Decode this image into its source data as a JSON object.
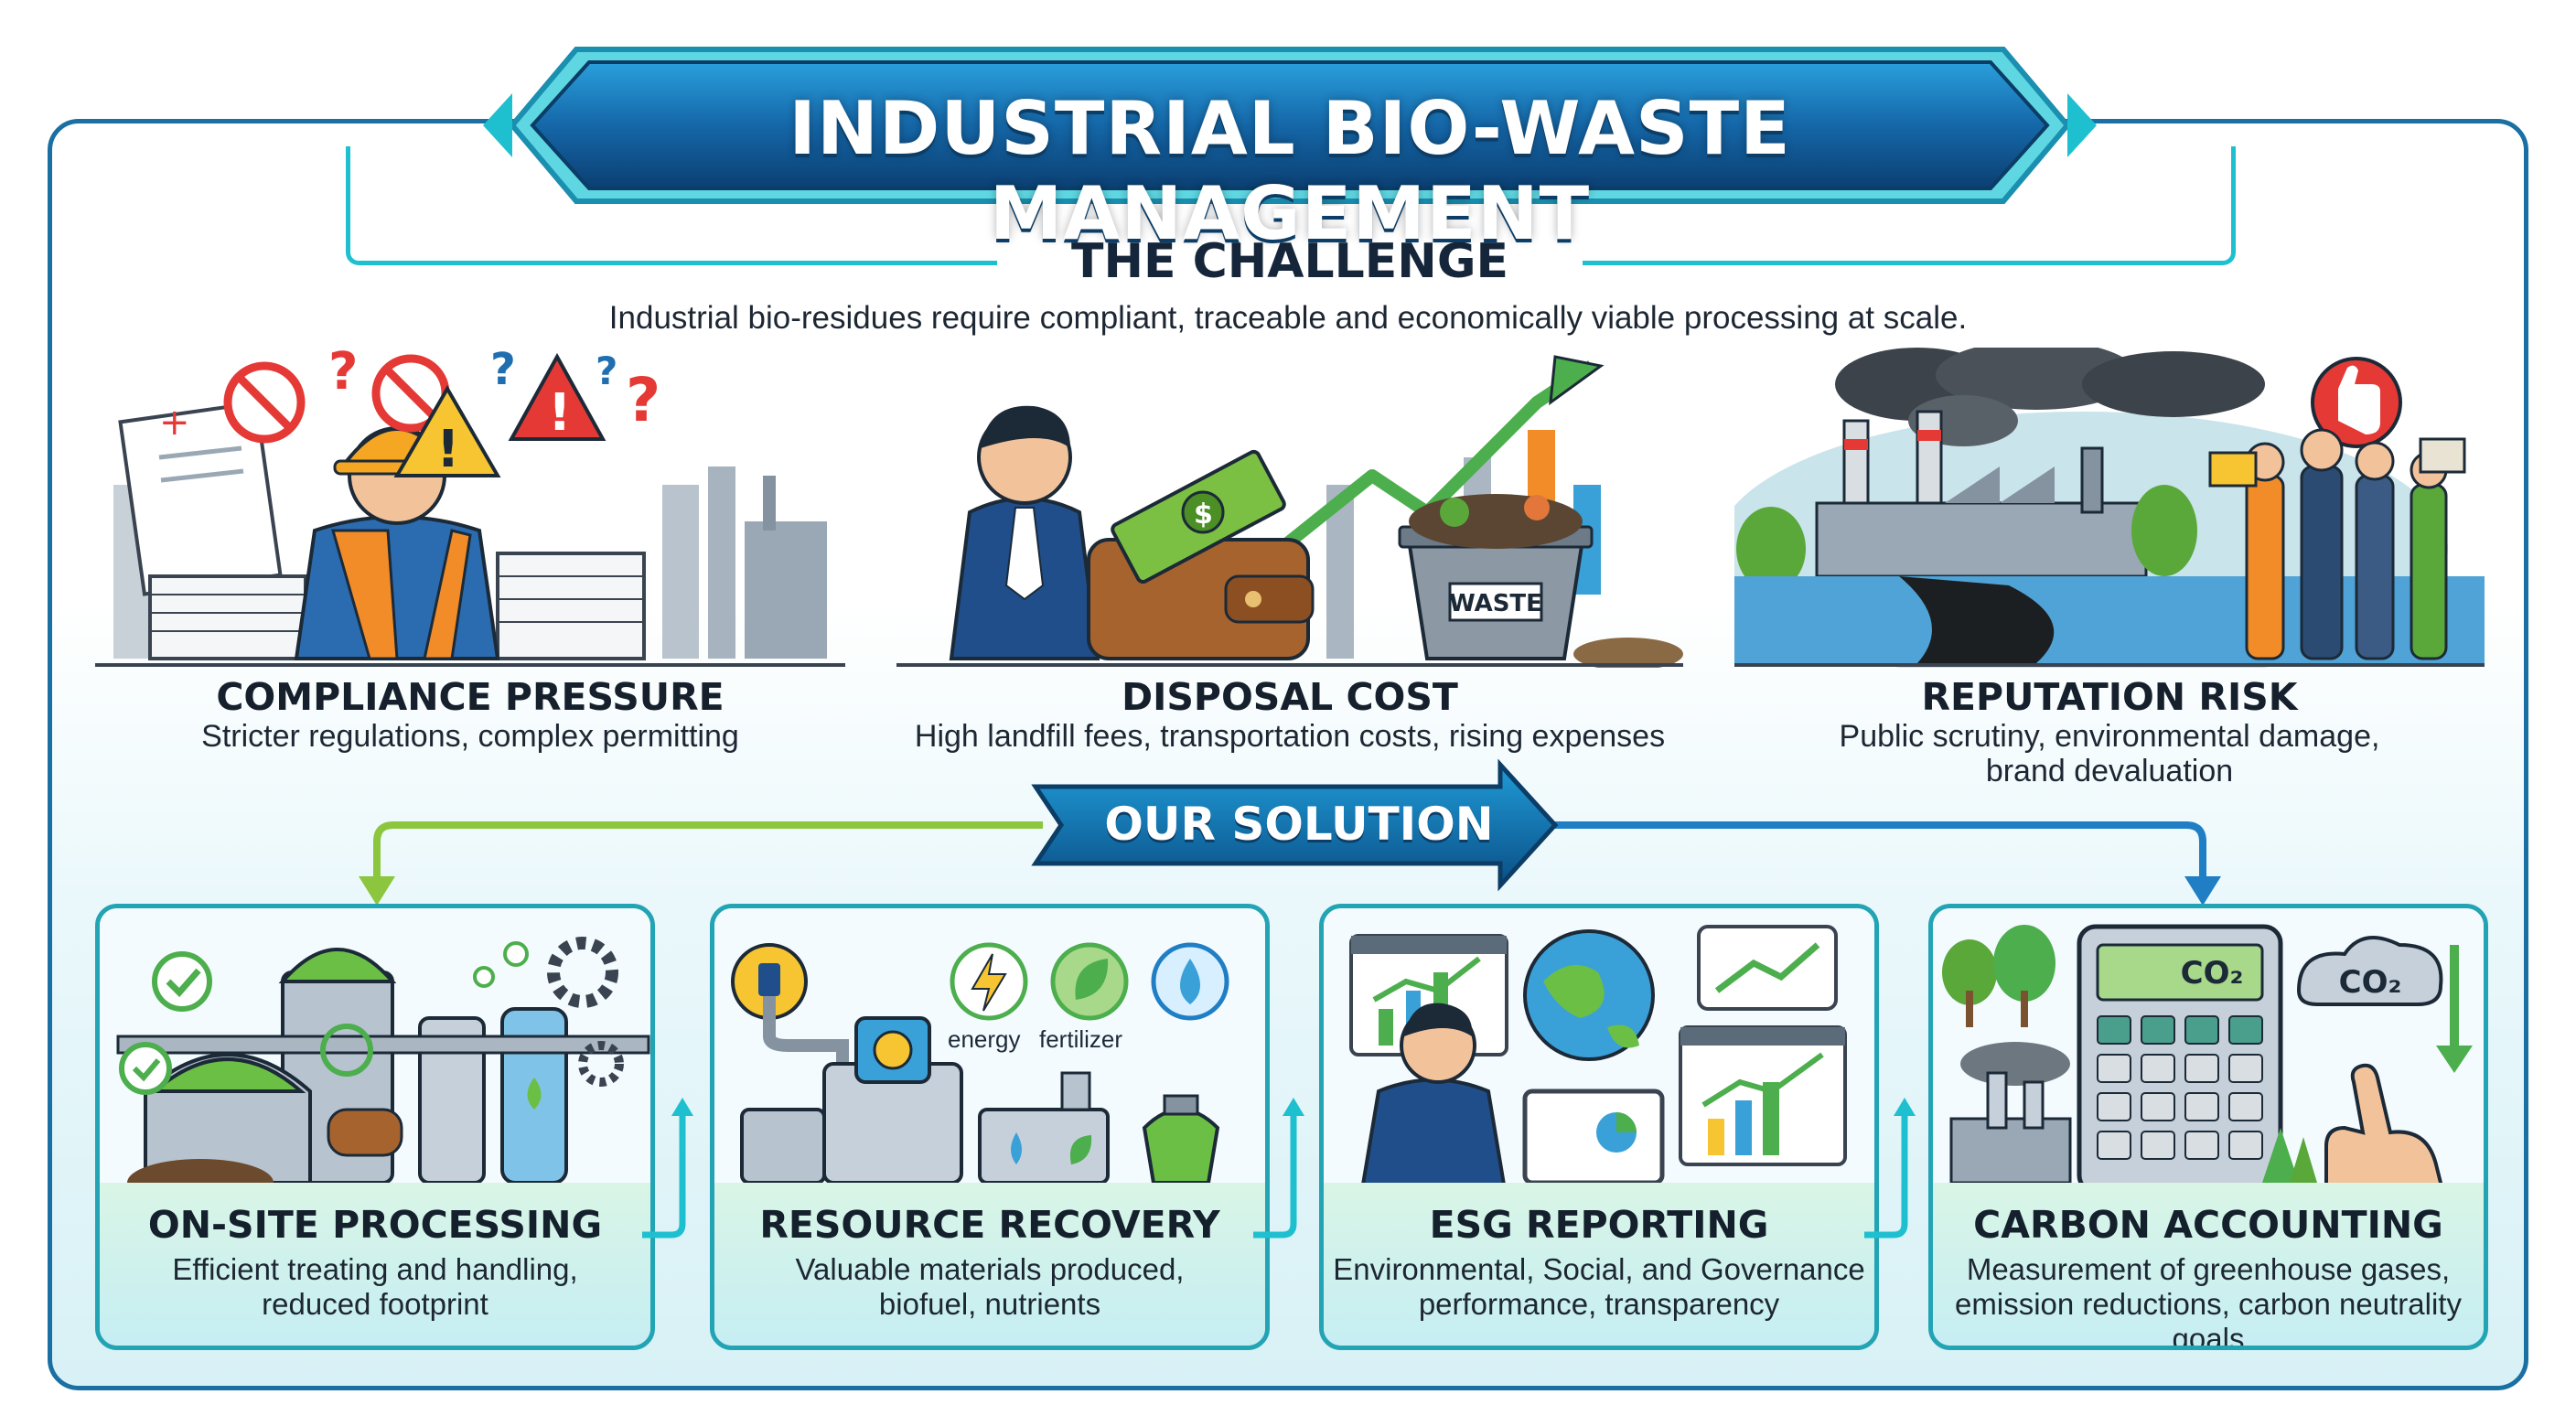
{
  "title": "INDUSTRIAL BIO-WASTE MANAGEMENT",
  "challenge": {
    "heading": "THE CHALLENGE",
    "description": "Industrial bio-residues require compliant, traceable and economically viable processing at scale.",
    "items": [
      {
        "title": "COMPLIANCE PRESSURE",
        "description": "Stricter regulations, complex permitting"
      },
      {
        "title": "DISPOSAL COST",
        "description": "High landfill fees, transportation costs, rising expenses",
        "illustration_label": "WASTE"
      },
      {
        "title": "REPUTATION RISK",
        "description_lines": [
          "Public scrutiny, environmental damage,",
          "brand devaluation"
        ]
      }
    ]
  },
  "solution": {
    "heading": "OUR SOLUTION",
    "items": [
      {
        "title": "ON-SITE PROCESSING",
        "description_lines": [
          "Efficient treating and handling,",
          "reduced footprint"
        ]
      },
      {
        "title": "RESOURCE RECOVERY",
        "description_lines": [
          "Valuable materials produced,",
          "biofuel, nutrients"
        ],
        "illustration_labels": {
          "energy": "energy",
          "fertilizer": "fertilizer"
        }
      },
      {
        "title": "ESG REPORTING",
        "description_lines": [
          "Environmental, Social, and Governance",
          "performance, transparency"
        ]
      },
      {
        "title": "CARBON ACCOUNTING",
        "description_lines": [
          "Measurement of greenhouse gases,",
          "emission reductions, carbon neutrality goals"
        ],
        "illustration_labels": {
          "co2_display": "CO₂",
          "co2_cloud": "CO₂"
        }
      }
    ]
  },
  "colors": {
    "banner_dark": "#0d4f86",
    "banner_light": "#1f8fd0",
    "teal": "#1ec0d0",
    "green_arrow": "#7cc242",
    "blue_arrow": "#1f7ec4"
  }
}
